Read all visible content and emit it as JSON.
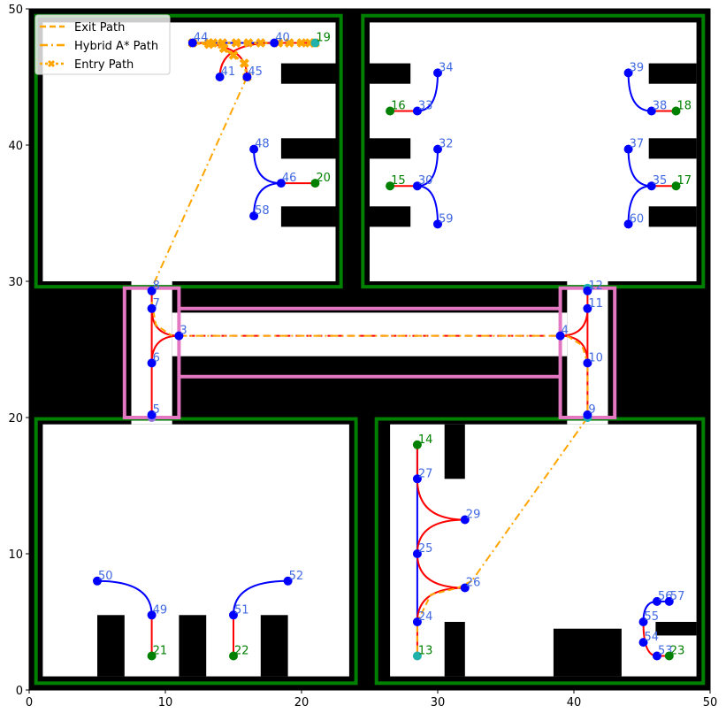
{
  "chart_data": {
    "type": "scatter",
    "xlim": [
      0,
      50
    ],
    "ylim": [
      0,
      50
    ],
    "xticks": [
      "0",
      "10",
      "20",
      "30",
      "40",
      "50"
    ],
    "yticks": [
      "0",
      "10",
      "20",
      "30",
      "40",
      "50"
    ],
    "grid": false,
    "legend_placement": "top-left",
    "legend": [
      {
        "label": "Exit Path",
        "style": "dashed",
        "color": "#ffa500"
      },
      {
        "label": "Hybrid A* Path",
        "style": "dashdot",
        "color": "#ffa500"
      },
      {
        "label": "Entry Path",
        "style": "dotted-x",
        "color": "#ffa500"
      }
    ],
    "colors": {
      "background": "#000000",
      "free": "#ffffff",
      "room_border": "#008000",
      "zone_border": "#e377c2",
      "node": "#0000ff",
      "node_label": "#4169e1",
      "goal": "#008000",
      "start": "#20b2aa",
      "special": "#9370db",
      "graph_edge": "#0000ff",
      "path_edge": "#ff0000",
      "orange": "#ffa500"
    },
    "free_space": [
      [
        1,
        30,
        22.5,
        49
      ],
      [
        25,
        30,
        49,
        49
      ],
      [
        1,
        1,
        23.5,
        19.5
      ],
      [
        26.5,
        1,
        49,
        19.5
      ],
      [
        7.5,
        19.5,
        10.5,
        30
      ],
      [
        39.5,
        19.5,
        42.5,
        30
      ],
      [
        10.5,
        24.5,
        39.5,
        27.7
      ]
    ],
    "obstacles": [
      [
        18.5,
        44.5,
        22.5,
        46
      ],
      [
        18.5,
        39,
        22.5,
        40.5
      ],
      [
        18.5,
        34,
        22.5,
        35.5
      ],
      [
        25,
        44.5,
        28,
        46
      ],
      [
        25,
        39,
        28,
        40.5
      ],
      [
        25,
        34,
        28,
        35.5
      ],
      [
        45.5,
        44.5,
        49,
        46
      ],
      [
        45.5,
        39,
        49,
        40.5
      ],
      [
        45.5,
        34,
        49,
        35.5
      ],
      [
        5,
        1,
        7,
        5.5
      ],
      [
        11,
        1,
        13,
        5.5
      ],
      [
        17,
        1,
        19,
        5.5
      ],
      [
        30.5,
        15.5,
        32,
        19.5
      ],
      [
        30.5,
        1,
        32,
        5
      ],
      [
        38.5,
        1,
        43.5,
        4.5
      ],
      [
        46,
        4,
        49,
        5
      ]
    ],
    "rooms": [
      [
        0.5,
        29.6,
        22.9,
        49.5
      ],
      [
        24.5,
        29.6,
        49.5,
        49.5
      ],
      [
        0.5,
        0.5,
        24,
        19.9
      ],
      [
        25.5,
        0.5,
        49.5,
        19.9
      ]
    ],
    "zones": [
      [
        7,
        20,
        11,
        29.5
      ],
      [
        39,
        20,
        43,
        29.5
      ]
    ],
    "zone_lines": [
      [
        11,
        28,
        39,
        28
      ],
      [
        11,
        23,
        39,
        23
      ]
    ],
    "nodes": [
      {
        "id": "44",
        "x": 12,
        "y": 47.5,
        "kind": "node"
      },
      {
        "id": "40",
        "x": 18,
        "y": 47.5,
        "kind": "node"
      },
      {
        "id": "19",
        "x": 21,
        "y": 47.5,
        "kind": "start"
      },
      {
        "id": "41",
        "x": 14,
        "y": 45,
        "kind": "node"
      },
      {
        "id": "45",
        "x": 16,
        "y": 45,
        "kind": "node"
      },
      {
        "id": "48",
        "x": 16.5,
        "y": 39.7,
        "kind": "node"
      },
      {
        "id": "46",
        "x": 18.5,
        "y": 37.2,
        "kind": "node"
      },
      {
        "id": "20",
        "x": 21,
        "y": 37.2,
        "kind": "goal"
      },
      {
        "id": "58",
        "x": 16.5,
        "y": 34.8,
        "kind": "node"
      },
      {
        "id": "16",
        "x": 26.5,
        "y": 42.5,
        "kind": "goal"
      },
      {
        "id": "33",
        "x": 28.5,
        "y": 42.5,
        "kind": "node"
      },
      {
        "id": "34",
        "x": 30,
        "y": 45.3,
        "kind": "node"
      },
      {
        "id": "15",
        "x": 26.5,
        "y": 37,
        "kind": "goal"
      },
      {
        "id": "30",
        "x": 28.5,
        "y": 37,
        "kind": "node"
      },
      {
        "id": "32",
        "x": 30,
        "y": 39.7,
        "kind": "node"
      },
      {
        "id": "59",
        "x": 30,
        "y": 34.2,
        "kind": "node"
      },
      {
        "id": "39",
        "x": 44,
        "y": 45.3,
        "kind": "node"
      },
      {
        "id": "38",
        "x": 45.7,
        "y": 42.5,
        "kind": "node"
      },
      {
        "id": "18",
        "x": 47.5,
        "y": 42.5,
        "kind": "goal"
      },
      {
        "id": "37",
        "x": 44,
        "y": 39.7,
        "kind": "node"
      },
      {
        "id": "35",
        "x": 45.7,
        "y": 37,
        "kind": "node"
      },
      {
        "id": "17",
        "x": 47.5,
        "y": 37,
        "kind": "goal"
      },
      {
        "id": "60",
        "x": 44,
        "y": 34.2,
        "kind": "node"
      },
      {
        "id": "8",
        "x": 9,
        "y": 29.3,
        "kind": "node"
      },
      {
        "id": "7",
        "x": 9,
        "y": 28,
        "kind": "node"
      },
      {
        "id": "3",
        "x": 11,
        "y": 26,
        "kind": "node"
      },
      {
        "id": "6",
        "x": 9,
        "y": 24,
        "kind": "node"
      },
      {
        "id": "5",
        "x": 9,
        "y": 20.2,
        "kind": "node"
      },
      {
        "id": "12",
        "x": 41,
        "y": 29.3,
        "kind": "node"
      },
      {
        "id": "11",
        "x": 41,
        "y": 28,
        "kind": "node"
      },
      {
        "id": "4",
        "x": 39,
        "y": 26,
        "kind": "node"
      },
      {
        "id": "10",
        "x": 41,
        "y": 24,
        "kind": "node"
      },
      {
        "id": "9",
        "x": 41,
        "y": 20.2,
        "kind": "node"
      },
      {
        "id": "14",
        "x": 28.5,
        "y": 18,
        "kind": "goal"
      },
      {
        "id": "27",
        "x": 28.5,
        "y": 15.5,
        "kind": "node"
      },
      {
        "id": "29",
        "x": 32,
        "y": 12.5,
        "kind": "node"
      },
      {
        "id": "25",
        "x": 28.5,
        "y": 10,
        "kind": "node"
      },
      {
        "id": "26",
        "x": 32,
        "y": 7.5,
        "kind": "node"
      },
      {
        "id": "24",
        "x": 28.5,
        "y": 5,
        "kind": "node"
      },
      {
        "id": "13",
        "x": 28.5,
        "y": 2.5,
        "kind": "start"
      },
      {
        "id": "56",
        "x": 46.1,
        "y": 6.5,
        "kind": "node"
      },
      {
        "id": "57",
        "x": 47,
        "y": 6.5,
        "kind": "node"
      },
      {
        "id": "55",
        "x": 45.1,
        "y": 5,
        "kind": "node"
      },
      {
        "id": "54",
        "x": 45.1,
        "y": 3.5,
        "kind": "node"
      },
      {
        "id": "53",
        "x": 46.1,
        "y": 2.5,
        "kind": "node"
      },
      {
        "id": "23",
        "x": 47,
        "y": 2.5,
        "kind": "goal"
      },
      {
        "id": "50",
        "x": 5,
        "y": 8,
        "kind": "node"
      },
      {
        "id": "49",
        "x": 9,
        "y": 5.5,
        "kind": "node"
      },
      {
        "id": "21",
        "x": 9,
        "y": 2.5,
        "kind": "goal"
      },
      {
        "id": "52",
        "x": 19,
        "y": 8,
        "kind": "node"
      },
      {
        "id": "51",
        "x": 15,
        "y": 5.5,
        "kind": "node"
      },
      {
        "id": "22",
        "x": 15,
        "y": 2.5,
        "kind": "goal"
      }
    ],
    "extra_markers": [
      {
        "x": 9,
        "y": 20,
        "kind": "special"
      },
      {
        "x": 41,
        "y": 20,
        "kind": "start"
      },
      {
        "x": 41,
        "y": 29.5,
        "kind": "start"
      }
    ],
    "edges": [
      [
        "44",
        "40",
        "graph",
        null
      ],
      [
        "40",
        "19",
        "path",
        null
      ],
      [
        "41",
        "40",
        "path",
        "fx"
      ],
      [
        "45",
        "44",
        "path",
        "fx"
      ],
      [
        "48",
        "46",
        "graph",
        "fx"
      ],
      [
        "58",
        "46",
        "graph",
        "fx"
      ],
      [
        "46",
        "20",
        "path",
        null
      ],
      [
        "16",
        "33",
        "path",
        null
      ],
      [
        "33",
        "34",
        "graph",
        "tx"
      ],
      [
        "15",
        "30",
        "path",
        null
      ],
      [
        "30",
        "32",
        "graph",
        "tx"
      ],
      [
        "30",
        "59",
        "graph",
        "tx"
      ],
      [
        "38",
        "18",
        "path",
        null
      ],
      [
        "39",
        "38",
        "graph",
        "fx"
      ],
      [
        "35",
        "17",
        "path",
        null
      ],
      [
        "37",
        "35",
        "graph",
        "fx"
      ],
      [
        "60",
        "35",
        "graph",
        "fx"
      ],
      [
        "8",
        "5",
        "path",
        null
      ],
      [
        "7",
        "3",
        "path",
        "fx"
      ],
      [
        "6",
        "3",
        "path",
        "fx"
      ],
      [
        "3",
        "4",
        "path-dashed",
        null
      ],
      [
        "12",
        "9",
        "path",
        null
      ],
      [
        "11",
        "4",
        "path",
        "fx"
      ],
      [
        "10",
        "4",
        "path",
        "fx"
      ],
      [
        "14",
        "24",
        "graph",
        null
      ],
      [
        "14",
        "27",
        "path",
        null
      ],
      [
        "27",
        "29",
        "path",
        "fx"
      ],
      [
        "29",
        "25",
        "path",
        "tx"
      ],
      [
        "25",
        "26",
        "path",
        "fx"
      ],
      [
        "26",
        "24",
        "path",
        "tx"
      ],
      [
        "24",
        "13",
        "path",
        null
      ],
      [
        "55",
        "56",
        "graph",
        "fx"
      ],
      [
        "56",
        "57",
        "graph",
        null
      ],
      [
        "55",
        "53",
        "path",
        "fx"
      ],
      [
        "53",
        "23",
        "path",
        null
      ],
      [
        "50",
        "49",
        "graph",
        "tx"
      ],
      [
        "49",
        "21",
        "path",
        null
      ],
      [
        "52",
        "51",
        "graph",
        "tx"
      ],
      [
        "51",
        "22",
        "path",
        null
      ]
    ],
    "entry_path": [
      [
        21,
        47.5
      ],
      [
        20.6,
        47.5
      ],
      [
        20,
        47.5
      ],
      [
        19.1,
        47.5
      ],
      [
        18.3,
        47.5
      ],
      [
        17,
        47.5
      ],
      [
        16.1,
        47.5
      ],
      [
        15.2,
        47.5
      ],
      [
        14.2,
        47.5
      ],
      [
        13.5,
        47.5
      ],
      [
        13.2,
        47.5
      ],
      [
        12,
        47.5
      ],
      [
        13.2,
        47.4
      ],
      [
        14.3,
        47.1
      ],
      [
        15,
        46.6
      ],
      [
        15.8,
        46
      ],
      [
        16,
        45
      ]
    ],
    "hybrid_path": [
      [
        [
          16,
          45
        ],
        [
          9,
          29.5
        ]
      ],
      [
        [
          11,
          26
        ],
        [
          39,
          26
        ]
      ],
      [
        [
          41,
          20
        ],
        [
          32.5,
          8
        ]
      ]
    ],
    "exit_path": [
      [
        [
          9,
          28.5
        ],
        [
          9.3,
          26.8
        ],
        [
          10.5,
          26
        ]
      ],
      [
        [
          39.5,
          26
        ],
        [
          40.6,
          25.3
        ],
        [
          41,
          24
        ],
        [
          41,
          20
        ]
      ],
      [
        [
          32.5,
          8
        ],
        [
          31.5,
          7.5
        ],
        [
          29.5,
          7
        ],
        [
          28.5,
          5
        ],
        [
          28.5,
          2.5
        ]
      ]
    ]
  }
}
